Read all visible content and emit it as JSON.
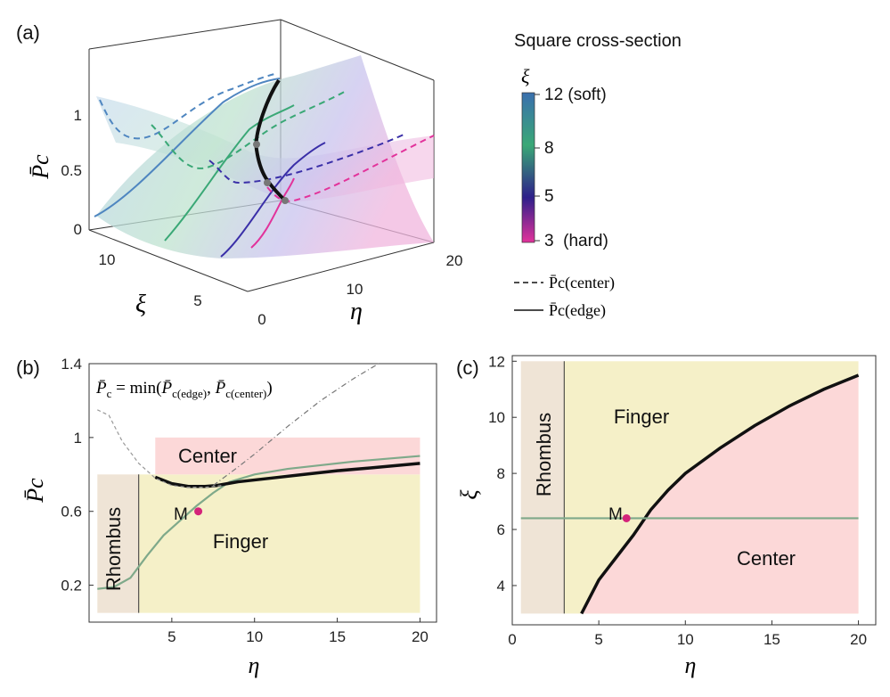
{
  "chart_data": [
    {
      "panel": "(a)",
      "type": "surface3d",
      "title": "Square cross-section",
      "x_label": "η",
      "y_label": "ξ",
      "z_label": "P̄c",
      "x_ticks": [
        "0",
        "10",
        "20"
      ],
      "y_ticks": [
        "5",
        "10"
      ],
      "z_ticks": [
        "0",
        "0.5",
        "1"
      ],
      "colorbar": {
        "label": "ξ",
        "ticks": [
          "12 (soft)",
          "8",
          "5",
          "3  (hard)"
        ],
        "colors": [
          "#3a6fae",
          "#3aa876",
          "#2e1f8a",
          "#e2339b"
        ]
      },
      "legend": [
        {
          "style": "dashed",
          "label": "P̄c(center)"
        },
        {
          "style": "solid",
          "label": "P̄c(edge)"
        }
      ],
      "series": [
        {
          "xi": 12,
          "color": "#4f86c0"
        },
        {
          "xi": 8,
          "color": "#3aa876"
        },
        {
          "xi": 5,
          "color": "#3a2fa8"
        },
        {
          "xi": 3,
          "color": "#e2339b"
        }
      ]
    },
    {
      "panel": "(b)",
      "type": "line",
      "formula_parts": [
        "P̄",
        "c",
        " = min(",
        "P̄",
        "c(edge)",
        ", ",
        "P̄",
        "c(center)",
        ")"
      ],
      "xlabel": "η",
      "ylabel": "P̄c",
      "xlim": [
        0,
        21
      ],
      "ylim": [
        0,
        1.4
      ],
      "x_ticks": [
        5,
        10,
        15,
        20
      ],
      "y_ticks": [
        0.2,
        0.6,
        1,
        1.4
      ],
      "regions": [
        {
          "label": "Rhombus",
          "x": [
            0.5,
            3
          ],
          "y": [
            0.05,
            0.8
          ],
          "color": "#efe4d6"
        },
        {
          "label": "Finger",
          "x": [
            3,
            20
          ],
          "y": [
            0.05,
            0.8
          ],
          "color": "#f5f0c8"
        },
        {
          "label": "Center",
          "x": [
            4,
            20
          ],
          "y": [
            0.8,
            1.0
          ],
          "color": "#fcd8d8"
        }
      ],
      "lines": [
        {
          "name": "edge_green",
          "color": "#7fa98a",
          "x": [
            0.5,
            1.5,
            2.5,
            3.5,
            4.5,
            5.5,
            6.5,
            7.5,
            8.5,
            10,
            12,
            14,
            16,
            18,
            20
          ],
          "y": [
            0.18,
            0.19,
            0.24,
            0.36,
            0.47,
            0.55,
            0.63,
            0.7,
            0.76,
            0.8,
            0.83,
            0.85,
            0.87,
            0.885,
            0.9
          ]
        },
        {
          "name": "min_black",
          "color": "#111111",
          "x": [
            4,
            5,
            6,
            7,
            7.7,
            9,
            11,
            13,
            15,
            17,
            20
          ],
          "y": [
            0.785,
            0.75,
            0.735,
            0.735,
            0.74,
            0.76,
            0.78,
            0.8,
            0.82,
            0.835,
            0.86
          ]
        },
        {
          "name": "center_dashed",
          "color": "#999999",
          "x": [
            0.5,
            1.2,
            2,
            3,
            4,
            5,
            6,
            7,
            8
          ],
          "y": [
            1.15,
            1.12,
            0.98,
            0.86,
            0.78,
            0.74,
            0.73,
            0.73,
            0.74
          ]
        },
        {
          "name": "edge_dashdot",
          "color": "#777777",
          "x": [
            7.5,
            9,
            10,
            12,
            14,
            16,
            17.5
          ],
          "y": [
            0.74,
            0.84,
            0.91,
            1.06,
            1.2,
            1.32,
            1.4
          ]
        }
      ],
      "points": [
        {
          "label": "M",
          "x": 6.6,
          "y": 0.6,
          "color": "#d4237a"
        }
      ]
    },
    {
      "panel": "(c)",
      "type": "line",
      "xlabel": "η",
      "ylabel": "ξ",
      "xlim": [
        0,
        21
      ],
      "ylim": [
        2.6,
        12.2
      ],
      "x_ticks": [
        0,
        5,
        10,
        15,
        20
      ],
      "y_ticks": [
        4,
        6,
        8,
        10,
        12
      ],
      "regions": [
        {
          "label": "Rhombus",
          "x": [
            0.5,
            3
          ],
          "y": [
            3,
            12
          ],
          "color": "#efe4d6"
        },
        {
          "label": "Finger",
          "x": [
            3,
            20
          ],
          "y": [
            3,
            12
          ],
          "color": "#f5f0c8"
        },
        {
          "label": "Center",
          "color": "#fcd8d8"
        }
      ],
      "lines": [
        {
          "name": "boundary",
          "color": "#111111",
          "x": [
            4,
            5,
            6,
            7,
            8,
            9,
            10,
            12,
            14,
            16,
            18,
            20
          ],
          "y": [
            3.0,
            4.2,
            5.0,
            5.8,
            6.7,
            7.4,
            8.0,
            8.9,
            9.7,
            10.4,
            11.0,
            11.5
          ]
        },
        {
          "name": "xi_line",
          "color": "#7fa98a",
          "x": [
            0.5,
            20
          ],
          "y": [
            6.4,
            6.4
          ]
        }
      ],
      "points": [
        {
          "label": "M",
          "x": 6.6,
          "y": 6.4,
          "color": "#d4237a"
        }
      ]
    }
  ]
}
